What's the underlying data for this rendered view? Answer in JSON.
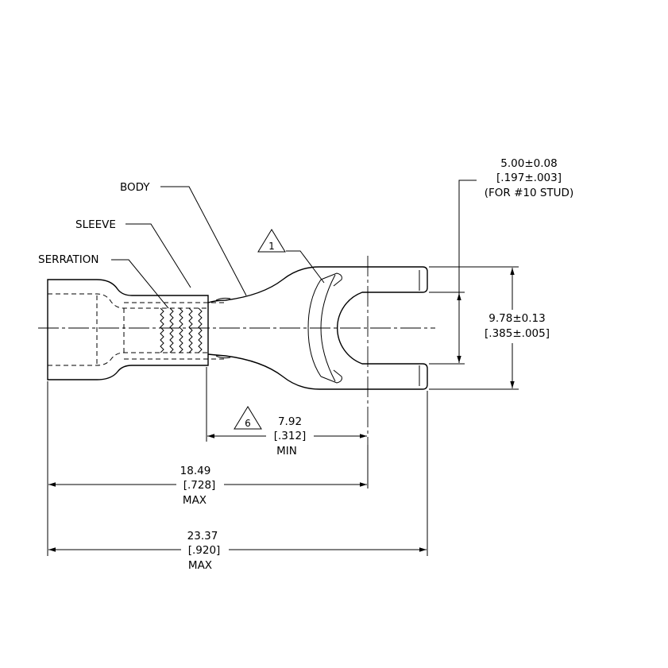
{
  "labels": {
    "body": "BODY",
    "sleeve": "SLEEVE",
    "serration": "SERRATION"
  },
  "notes": {
    "note1": "1",
    "note6": "6"
  },
  "dimensions": {
    "stud": {
      "metric": "5.00±0.08",
      "inch": "[.197±.003]",
      "note": "(FOR #10 STUD)"
    },
    "width": {
      "metric": "9.78±0.13",
      "inch": "[.385±.005]"
    },
    "barrel": {
      "metric": "7.92",
      "inch": "[.312]",
      "qualifier": "MIN"
    },
    "center": {
      "metric": "18.49",
      "inch": "[.728]",
      "qualifier": "MAX"
    },
    "overall": {
      "metric": "23.37",
      "inch": "[.920]",
      "qualifier": "MAX"
    }
  }
}
